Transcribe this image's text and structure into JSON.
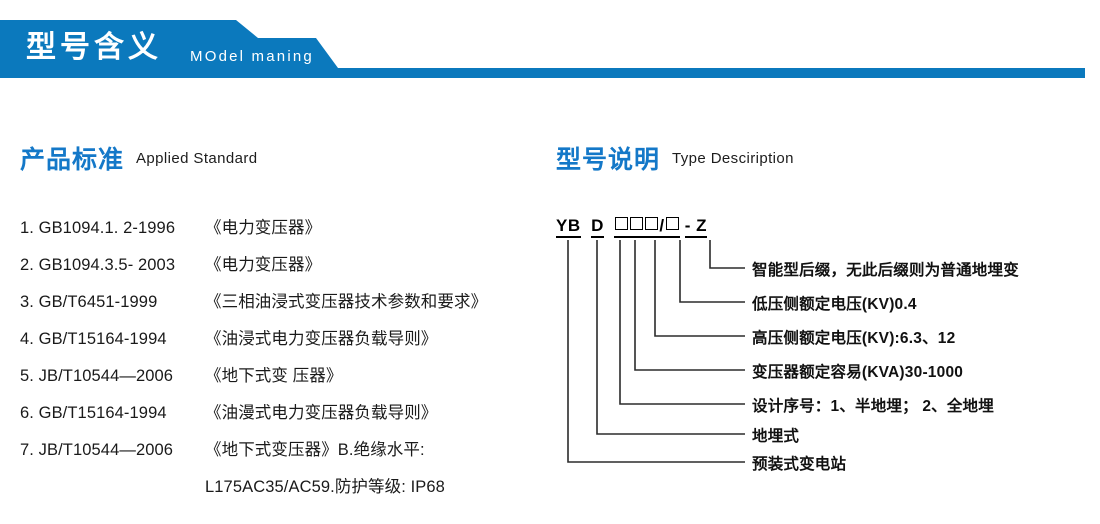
{
  "banner": {
    "title_cn": "型号含义",
    "title_en": "MOdel maning",
    "color": "#0b79bd"
  },
  "sections": {
    "left": {
      "title_cn": "产品标准",
      "title_en": "Applied Standard",
      "accent": "#1478c8"
    },
    "right": {
      "title_cn": "型号说明",
      "title_en": "Type Desciription",
      "accent": "#1478c8"
    }
  },
  "standards": [
    {
      "code": "1. GB1094.1. 2-1996",
      "title": "《电力变压器》"
    },
    {
      "code": "2. GB1094.3.5- 2003",
      "title": "《电力变压器》"
    },
    {
      "code": "3. GB/T6451-1999",
      "title": "《三相油浸式变压器技术参数和要求》"
    },
    {
      "code": "4. GB/T15164-1994",
      "title": "《油浸式电力变压器负载导则》"
    },
    {
      "code": "5. JB/T10544—2006",
      "title": "《地下式变 压器》"
    },
    {
      "code": "6. GB/T15164-1994",
      "title": "《油漫式电力变压器负载导则》"
    },
    {
      "code": "7. JB/T10544—2006",
      "title": "《地下式变压器》B.绝缘水平:"
    },
    {
      "code": "",
      "title": "L175AC35/AC59.防护等级: IP68"
    }
  ],
  "type_diagram": {
    "code_segments": [
      {
        "text": "YB",
        "type": "text"
      },
      {
        "text": "D",
        "type": "text"
      },
      {
        "text": "□□□",
        "type": "boxes",
        "count": 3
      },
      {
        "text": "/",
        "type": "slash"
      },
      {
        "text": "□",
        "type": "boxes",
        "count": 1
      },
      {
        "text": "- Z",
        "type": "text"
      }
    ],
    "code_display": "YB D □□□/□ - Z",
    "labels": [
      "智能型后缀，无此后缀则为普通地埋变",
      "低压侧额定电压(KV)0.4",
      "高压侧额定电压(KV):6.3、12",
      "变压器额定容易(KVA)30-1000",
      "设计序号：1、半地埋； 2、全地埋",
      "地埋式",
      "预装式变电站"
    ]
  }
}
